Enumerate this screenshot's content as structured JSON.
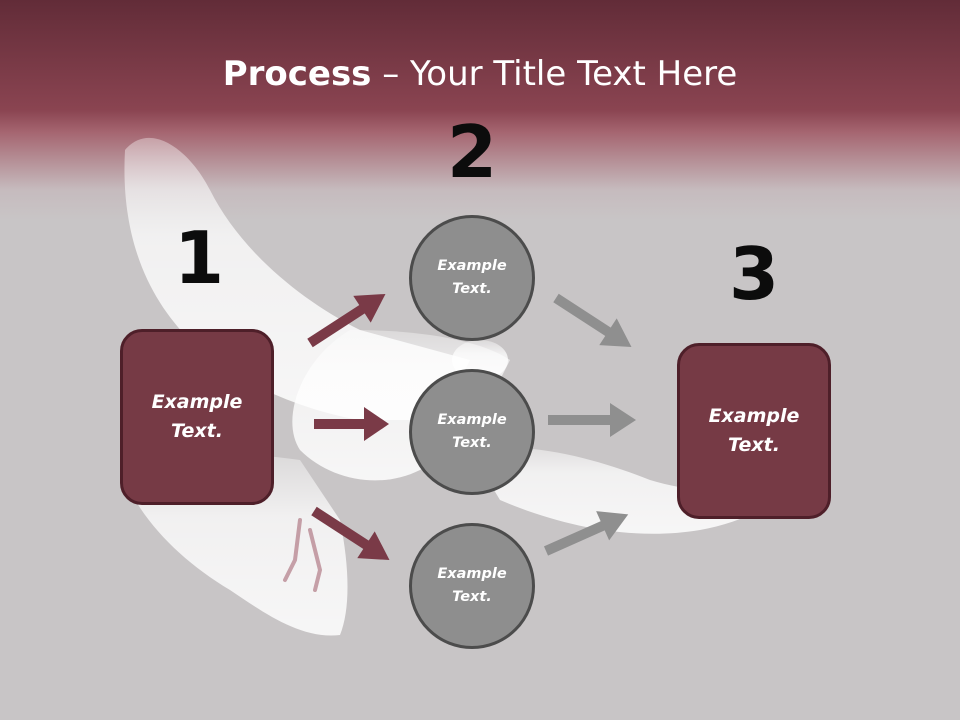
{
  "title": {
    "bold": "Process",
    "rest": " – Your Title Text Here"
  },
  "steps": {
    "one": "1",
    "two": "2",
    "three": "3"
  },
  "boxes": {
    "left": "Example Text.",
    "right": "Example Text."
  },
  "circles": {
    "top": "Example Text.",
    "middle": "Example Text.",
    "bottom": "Example Text."
  },
  "colors": {
    "header": "#8a4451",
    "box_fill": "#763a45",
    "circle_fill": "#8e8e8e",
    "arrow_dark": "#7a3a47",
    "arrow_gray": "#8e8e8e",
    "background": "#c8c5c6"
  },
  "background_image": "white-dove-icon"
}
